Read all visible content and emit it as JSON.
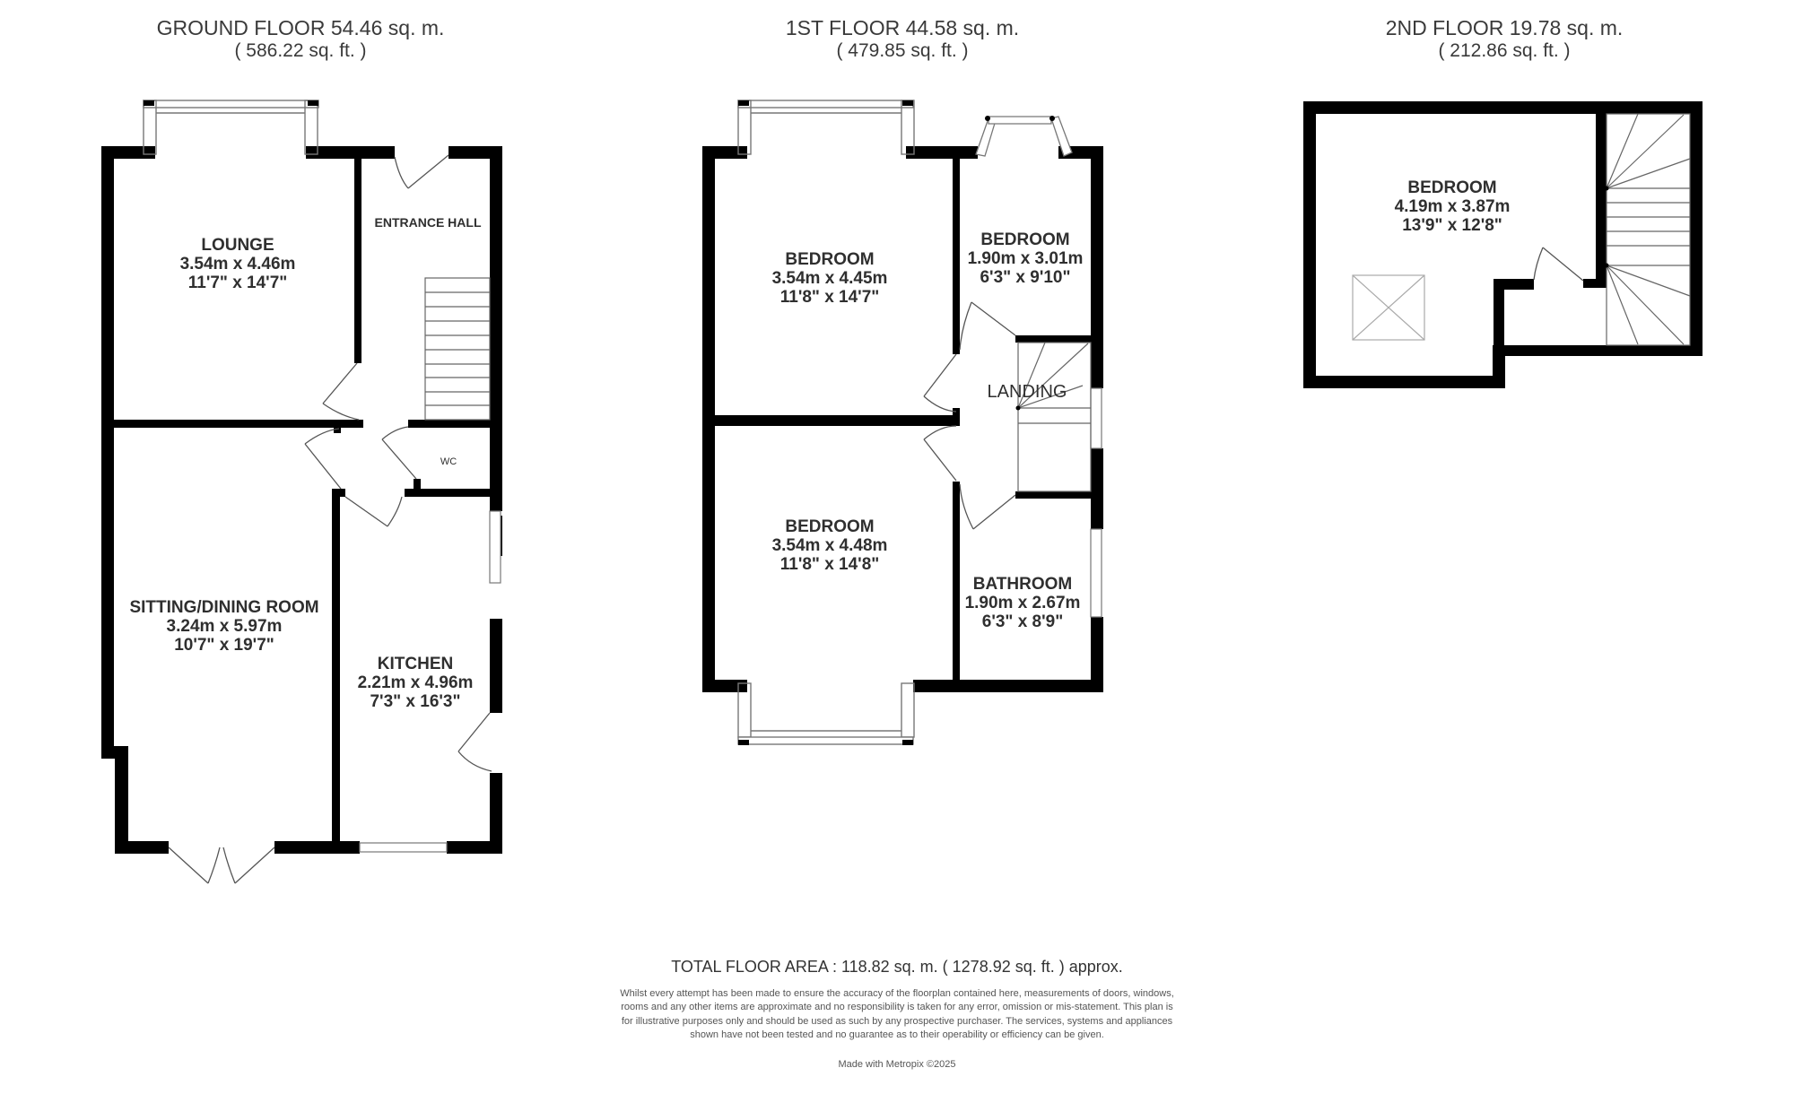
{
  "floors": [
    {
      "id": "ground",
      "title": "GROUND FLOOR 54.46 sq. m.",
      "subtitle": "( 586.22 sq. ft. )",
      "rooms": [
        {
          "name": "LOUNGE",
          "metric": "3.54m x 4.46m",
          "imperial": "11'7\" x 14'7\""
        },
        {
          "name": "ENTRANCE HALL"
        },
        {
          "name": "WC"
        },
        {
          "name": "SITTING/DINING ROOM",
          "metric": "3.24m x 5.97m",
          "imperial": "10'7\" x 19'7\""
        },
        {
          "name": "KITCHEN",
          "metric": "2.21m x 4.96m",
          "imperial": "7'3\" x 16'3\""
        }
      ]
    },
    {
      "id": "first",
      "title": "1ST FLOOR 44.58 sq. m.",
      "subtitle": "( 479.85 sq. ft. )",
      "rooms": [
        {
          "name": "BEDROOM",
          "metric": "3.54m x 4.45m",
          "imperial": "11'8\" x 14'7\""
        },
        {
          "name": "BEDROOM",
          "metric": "1.90m x 3.01m",
          "imperial": "6'3\" x 9'10\""
        },
        {
          "name": "LANDING"
        },
        {
          "name": "BEDROOM",
          "metric": "3.54m x 4.48m",
          "imperial": "11'8\" x 14'8\""
        },
        {
          "name": "BATHROOM",
          "metric": "1.90m x 2.67m",
          "imperial": "6'3\" x 8'9\""
        }
      ]
    },
    {
      "id": "second",
      "title": "2ND FLOOR 19.78 sq. m.",
      "subtitle": "( 212.86 sq. ft. )",
      "rooms": [
        {
          "name": "BEDROOM",
          "metric": "4.19m x 3.87m",
          "imperial": "13'9\" x 12'8\""
        }
      ]
    }
  ],
  "footer": {
    "total": "TOTAL FLOOR AREA : 118.82 sq. m. ( 1278.92 sq. ft. ) approx.",
    "disclaimer": "Whilst every attempt has been made to ensure the accuracy of the floorplan contained here, measurements of doors, windows, rooms and any other items are approximate and no responsibility is taken for any error, omission or mis-statement. This plan is for illustrative purposes only and should be used as such by any prospective purchaser. The services, systems and appliances shown have not been tested and no guarantee as to their operability or efficiency can be given.",
    "credit": "Made with Metropix ©2025"
  },
  "colors": {
    "wall": "#000000",
    "line": "#555555",
    "text": "#333333",
    "background": "#ffffff"
  }
}
